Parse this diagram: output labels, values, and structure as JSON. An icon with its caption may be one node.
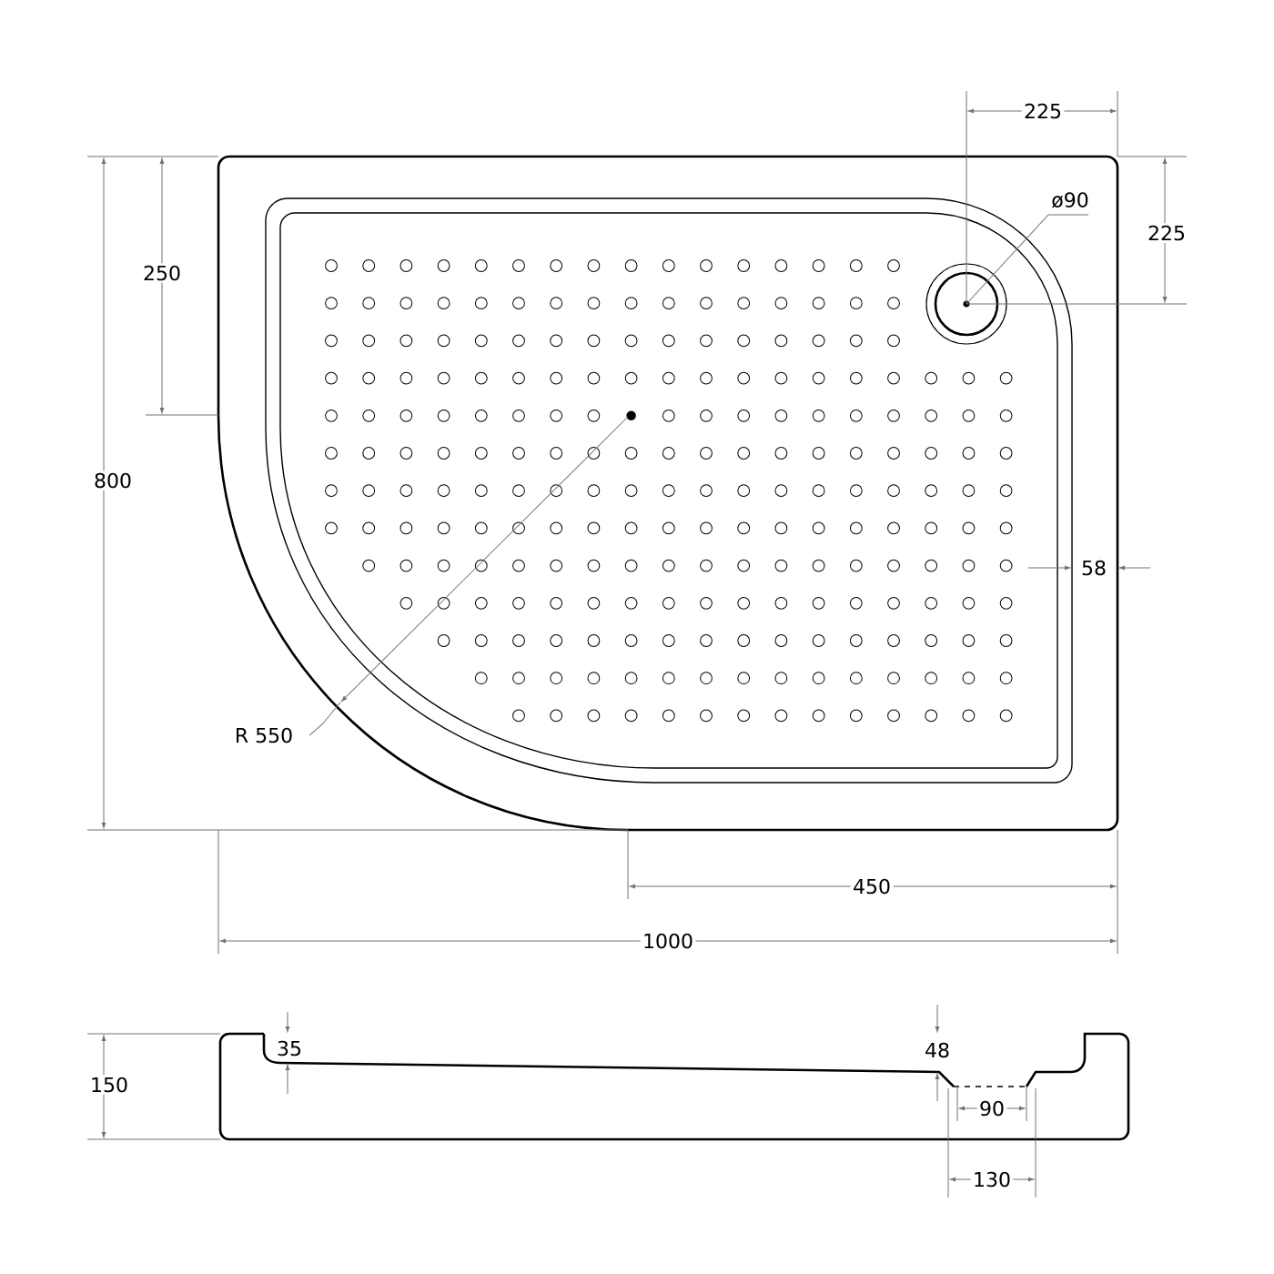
{
  "diagram": {
    "labels": [
      "225",
      "ø90",
      "250",
      "225",
      "800",
      "58",
      "R 550",
      "450",
      "1000",
      "35",
      "48",
      "150",
      "90",
      "130"
    ]
  }
}
